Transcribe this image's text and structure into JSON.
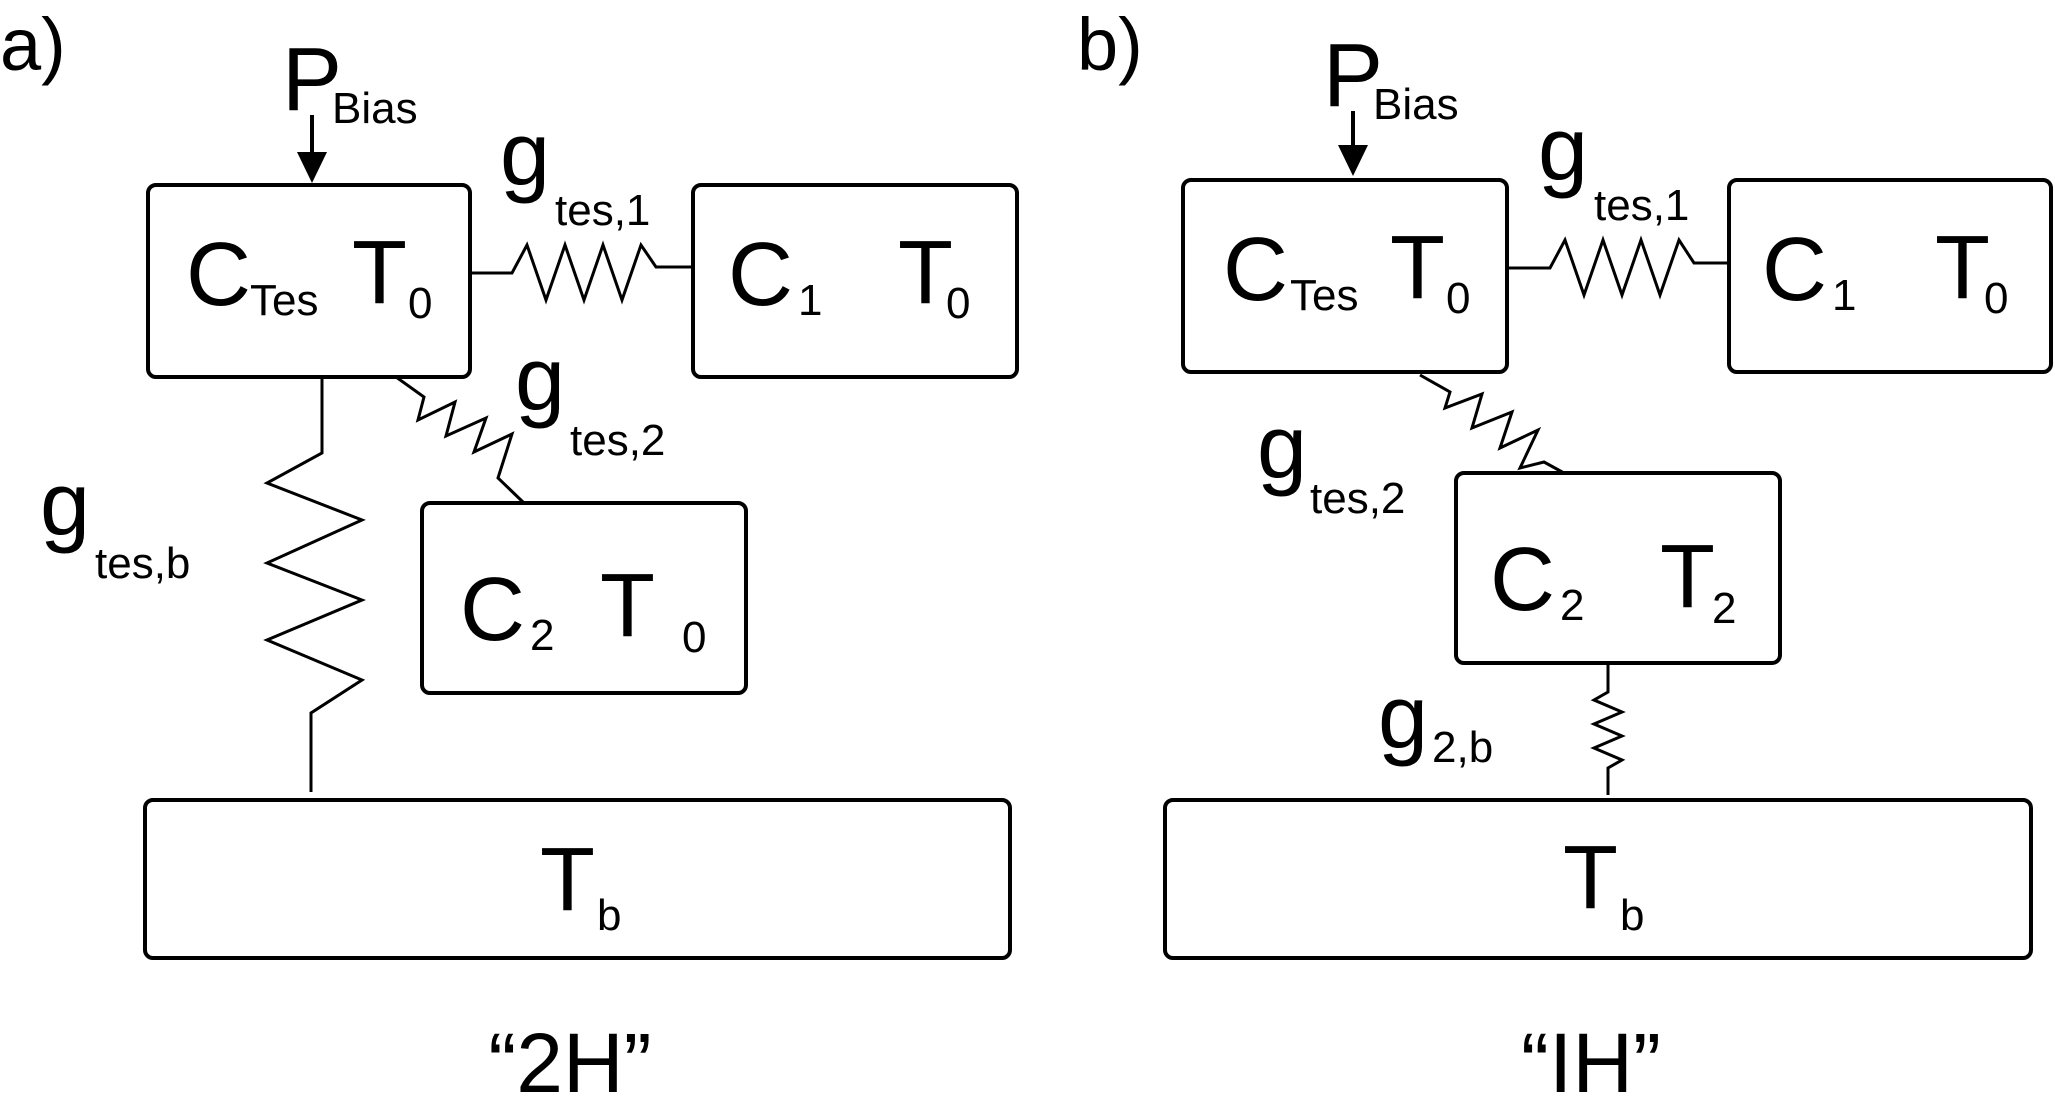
{
  "panels": [
    {
      "label": "a)",
      "bias": {
        "main": "P",
        "sub": "Bias"
      },
      "tes_box": {
        "c": "C",
        "c_sub": "Tes",
        "t": "T",
        "t_sub": "0"
      },
      "box1": {
        "c": "C",
        "c_sub": "1",
        "t": "T",
        "t_sub": "0"
      },
      "box2": {
        "c": "C",
        "c_sub": "2",
        "t": "T",
        "t_sub": "0"
      },
      "bath": {
        "t": "T",
        "t_sub": "b"
      },
      "g1": {
        "main": "g",
        "sub": "tes,1"
      },
      "g2": {
        "main": "g",
        "sub": "tes,2"
      },
      "gb": {
        "main": "g",
        "sub": "tes,b"
      },
      "caption": "“2H”"
    },
    {
      "label": "b)",
      "bias": {
        "main": "P",
        "sub": "Bias"
      },
      "tes_box": {
        "c": "C",
        "c_sub": "Tes",
        "t": "T",
        "t_sub": "0"
      },
      "box1": {
        "c": "C",
        "c_sub": "1",
        "t": "T",
        "t_sub": "0"
      },
      "box2": {
        "c": "C",
        "c_sub": "2",
        "t": "T",
        "t_sub": "2"
      },
      "bath": {
        "t": "T",
        "t_sub": "b"
      },
      "g1": {
        "main": "g",
        "sub": "tes,1"
      },
      "g2": {
        "main": "g",
        "sub": "tes,2"
      },
      "gb": {
        "main": "g",
        "sub": "2,b"
      },
      "caption": "“IH”"
    }
  ]
}
